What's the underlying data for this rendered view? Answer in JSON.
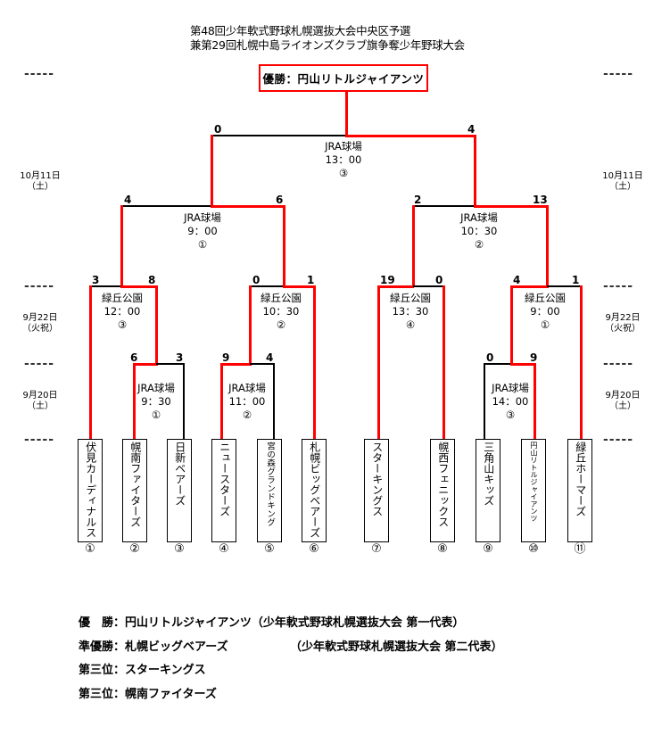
{
  "header": {
    "title_line1": "第48回少年軟式野球札幌選抜大会中央区予選",
    "title_line2": "兼第29回札幌中島ライオンズクラブ旗争奪少年野球大会"
  },
  "champion_box": "優勝：円山リトルジャイアンツ",
  "colors": {
    "winner_line": "#ff0000",
    "loser_line": "#000000"
  },
  "separator": "-----",
  "dates": {
    "final": [
      "10月11日",
      "（土）"
    ],
    "round2": [
      "9月22日",
      "（火祝）"
    ],
    "round1": [
      "9月20日",
      "（土）"
    ]
  },
  "matches": {
    "final": {
      "venue": "JRA球場",
      "time": "13：00",
      "game": "③",
      "score_left": "0",
      "score_right": "4"
    },
    "semi_left": {
      "venue": "JRA球場",
      "time": "9：00",
      "game": "①",
      "score_left": "4",
      "score_right": "6"
    },
    "semi_right": {
      "venue": "JRA球場",
      "time": "10：30",
      "game": "②",
      "score_left": "2",
      "score_right": "13"
    },
    "qf1": {
      "venue": "緑丘公園",
      "time": "12：00",
      "game": "③",
      "score_left": "3",
      "score_right": "8"
    },
    "qf2": {
      "venue": "緑丘公園",
      "time": "10：30",
      "game": "②",
      "score_left": "0",
      "score_right": "1"
    },
    "qf3": {
      "venue": "緑丘公園",
      "time": "13：30",
      "game": "④",
      "score_left": "19",
      "score_right": "0"
    },
    "qf4": {
      "venue": "緑丘公園",
      "time": "9：00",
      "game": "①",
      "score_left": "4",
      "score_right": "1"
    },
    "r1a": {
      "venue": "JRA球場",
      "time": "9：30",
      "game": "①",
      "score_left": "6",
      "score_right": "3"
    },
    "r1b": {
      "venue": "JRA球場",
      "time": "11：00",
      "game": "②",
      "score_left": "9",
      "score_right": "4"
    },
    "r1c": {
      "venue": "JRA球場",
      "time": "14：00",
      "game": "③",
      "score_left": "0",
      "score_right": "9"
    }
  },
  "teams": [
    {
      "name": "伏見カーディナルス",
      "seed": "①"
    },
    {
      "name": "幌南ファイターズ",
      "seed": "②"
    },
    {
      "name": "日新ベアーズ",
      "seed": "③"
    },
    {
      "name": "ニュースターズ",
      "seed": "④"
    },
    {
      "name": "宮の森グランドキング",
      "seed": "⑤"
    },
    {
      "name": "札幌ビッグベアーズ",
      "seed": "⑥"
    },
    {
      "name": "スターキングス",
      "seed": "⑦"
    },
    {
      "name": "幌西フェニックス",
      "seed": "⑧"
    },
    {
      "name": "三角山キッズ",
      "seed": "⑨"
    },
    {
      "name": "円山リトルジャイアンツ",
      "seed": "⑩"
    },
    {
      "name": "緑丘ホーマーズ",
      "seed": "⑪"
    }
  ],
  "results": [
    {
      "label": "優　勝：",
      "team": "円山リトルジャイアンツ",
      "note": "（少年軟式野球札幌選抜大会 第一代表）"
    },
    {
      "label": "準優勝：",
      "team": "札幌ビッグベアーズ",
      "note": "（少年軟式野球札幌選抜大会 第二代表）"
    },
    {
      "label": "第三位：",
      "team": "スターキングス",
      "note": ""
    },
    {
      "label": "第三位：",
      "team": "幌南ファイターズ",
      "note": ""
    }
  ]
}
